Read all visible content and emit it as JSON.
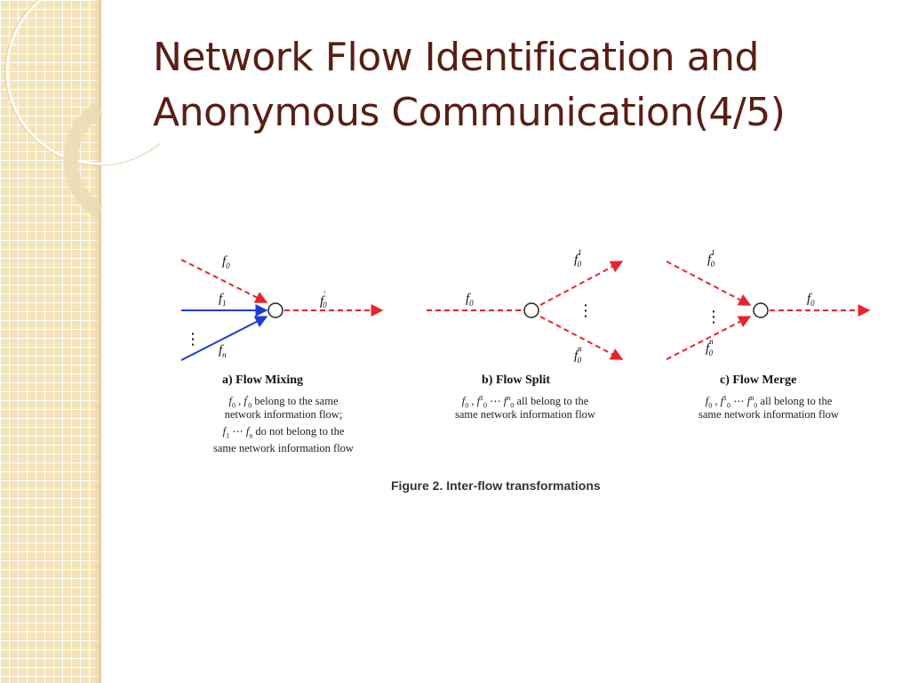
{
  "slide": {
    "title_line1": "Network Flow Identification and",
    "title_line2": "Anonymous Communication(4/5)"
  },
  "figure": {
    "caption": "Figure 2. Inter-flow transformations",
    "panel_a": {
      "title": "a) Flow Mixing",
      "line1_text": "belong to the same",
      "line2": "network information flow;",
      "line3_text": "do not belong to the",
      "line4": "same network information flow",
      "label_sep": ",",
      "label_dots": "⋯"
    },
    "panel_b": {
      "title": "b) Flow Split",
      "line1_text": "all belong to the",
      "line2": "same network information flow",
      "label_dots": "⋯"
    },
    "panel_c": {
      "title": "c) Flow Merge",
      "line1_text": "all belong to the",
      "line2": "same network information flow",
      "label_dots": "⋯"
    },
    "symbols": {
      "f": "f",
      "sub_0": "0",
      "sub_1": "1",
      "sub_n": "n",
      "sup_prime": "'",
      "sup_1": "1",
      "sup_n": "n",
      "vdots": "⋮",
      "comma": ","
    }
  },
  "colors": {
    "title": "#5a1e14",
    "red_dashed": "#e8242b",
    "blue_solid": "#1f3bd6",
    "band": "#f4e4b8"
  }
}
